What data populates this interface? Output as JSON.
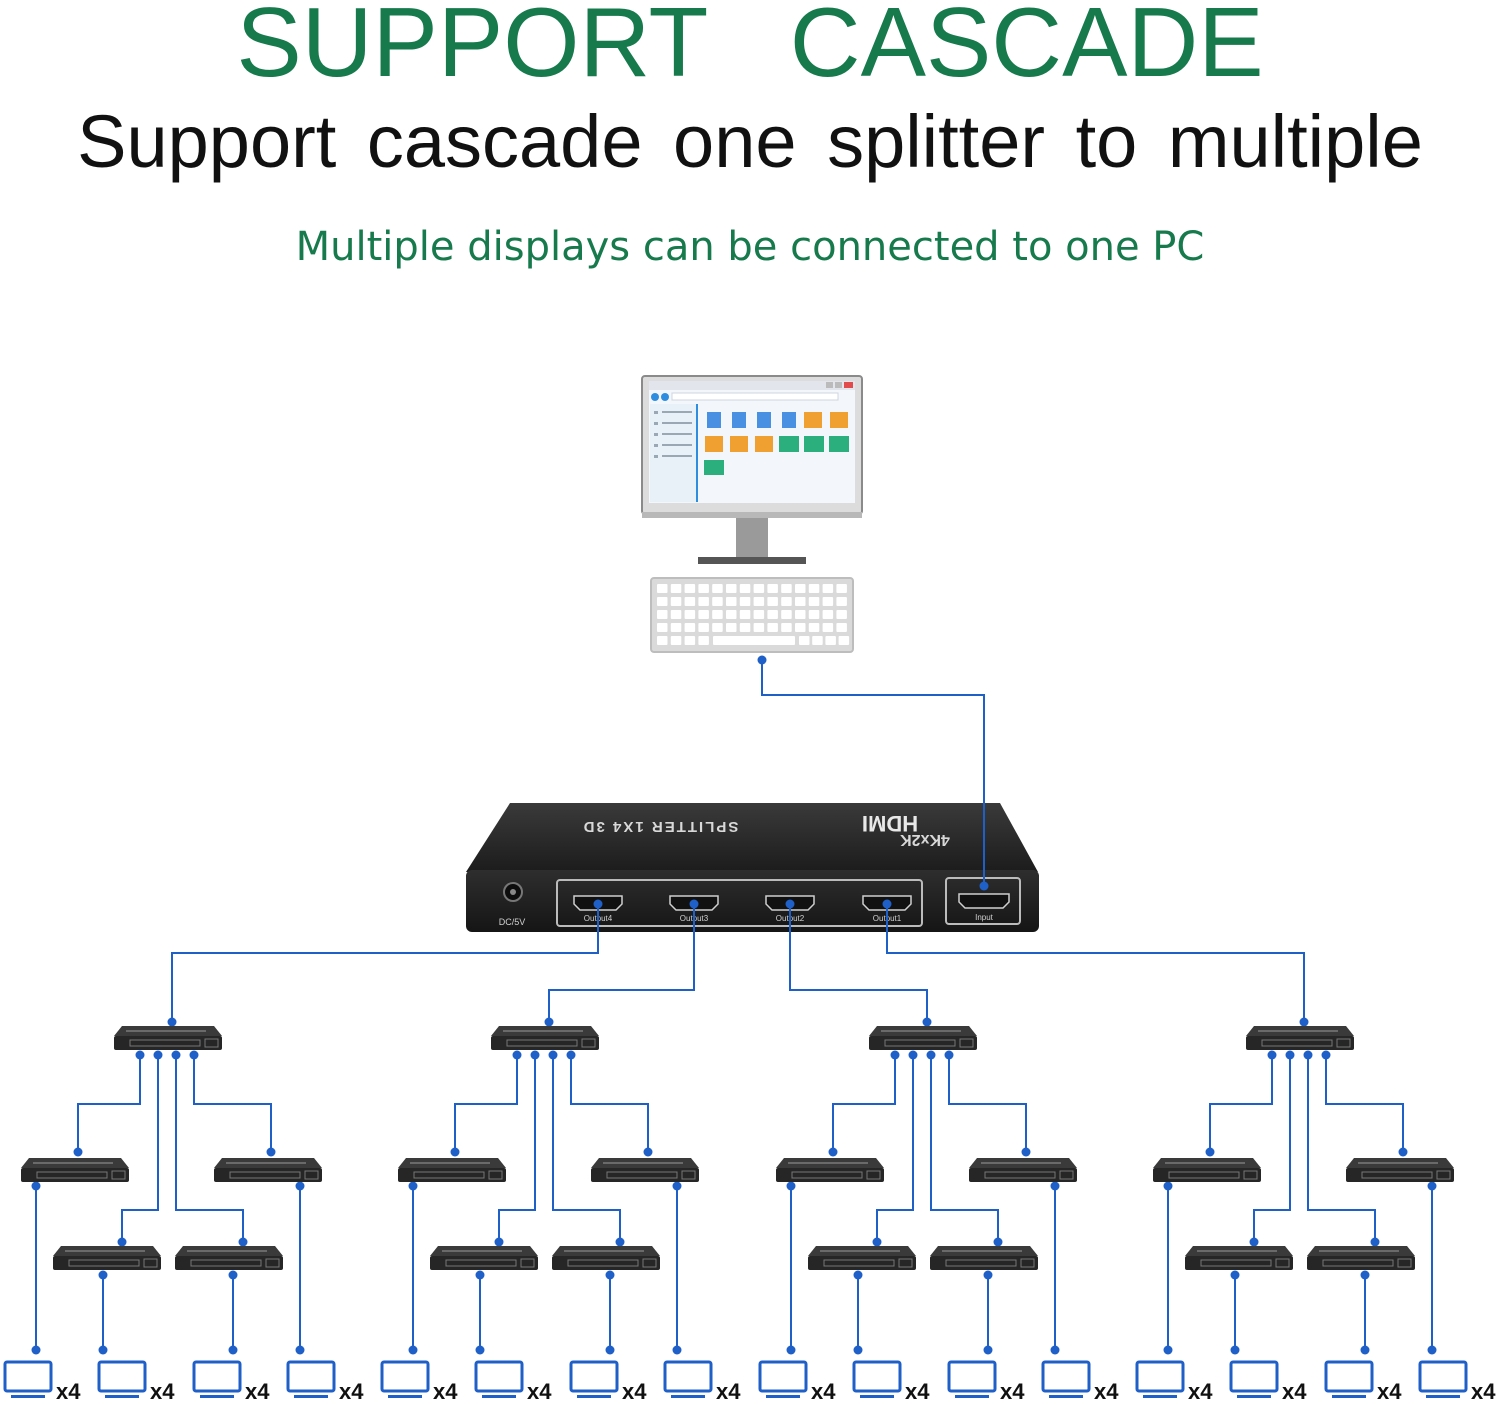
{
  "header": {
    "title": "SUPPORT CASCADE",
    "subtitle": "Support cascade one splitter to multiple",
    "tagline": "Multiple displays can be connected to one PC"
  },
  "main_splitter": {
    "brand_text": "HDMI",
    "model_text": "4Kx2K",
    "name_text": "SPLITTER 1X4 3D",
    "power_label": "DC/5V",
    "input_label": "Input",
    "output_labels": [
      "Output4",
      "Output3",
      "Output2",
      "Output1"
    ]
  },
  "display_multiplier": "x4",
  "colors": {
    "brand_green": "#177a4c",
    "cable_blue": "#1f5fc8",
    "device_dark": "#2b2b2b"
  },
  "icons": {
    "pc": "desktop-monitor-icon",
    "keyboard": "keyboard-icon",
    "splitter": "hdmi-splitter-icon",
    "display": "display-monitor-icon"
  }
}
